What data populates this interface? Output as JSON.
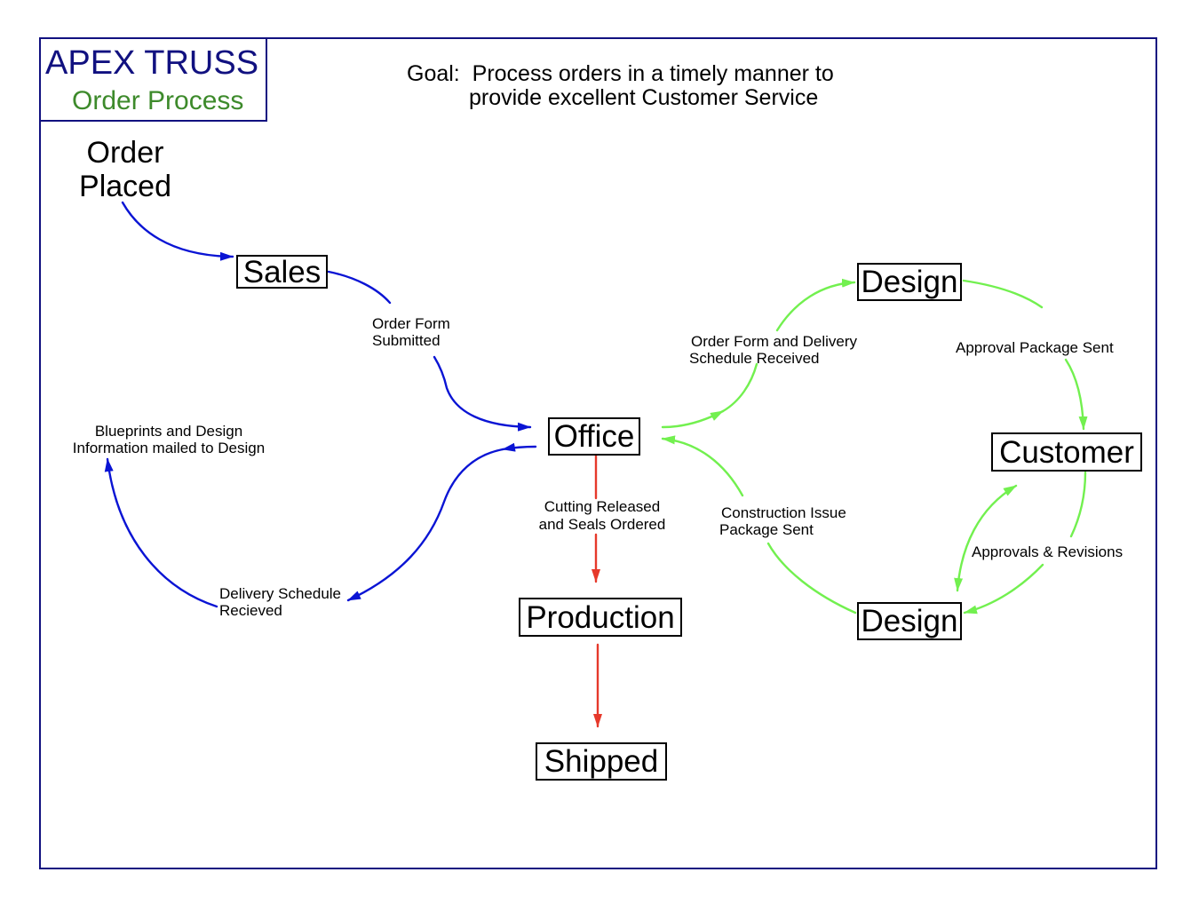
{
  "colors": {
    "frame": "#111180",
    "title": "#111180",
    "subtitle": "#3d8a2b",
    "blue_flow": "#0a14d4",
    "red_flow": "#e6392b",
    "green_flow": "#72f04f",
    "box_border": "#000000"
  },
  "header": {
    "title": "APEX TRUSS",
    "subtitle": "Order Process"
  },
  "goal": {
    "line1": "Goal:  Process orders in a timely manner to",
    "line2": "provide excellent Customer Service"
  },
  "start_node": {
    "line1": "Order",
    "line2": "Placed"
  },
  "nodes": {
    "sales": "Sales",
    "office": "Office",
    "production": "Production",
    "shipped": "Shipped",
    "design_top": "Design",
    "customer": "Customer",
    "design_bottom": "Design"
  },
  "edge_labels": {
    "order_form_submitted": [
      "Order Form",
      "Submitted"
    ],
    "blueprints_mailed": [
      "Blueprints and Design",
      "Information mailed to Design"
    ],
    "delivery_schedule_received": [
      "Delivery Schedule",
      "Recieved"
    ],
    "cutting_released": [
      "Cutting Released",
      "and Seals Ordered"
    ],
    "order_form_delivery_received": [
      "Order Form and Delivery",
      "Schedule Received"
    ],
    "approval_package_sent": "Approval Package Sent",
    "construction_issue_sent": [
      "Construction Issue",
      "Package Sent"
    ],
    "approvals_revisions": "Approvals & Revisions"
  }
}
